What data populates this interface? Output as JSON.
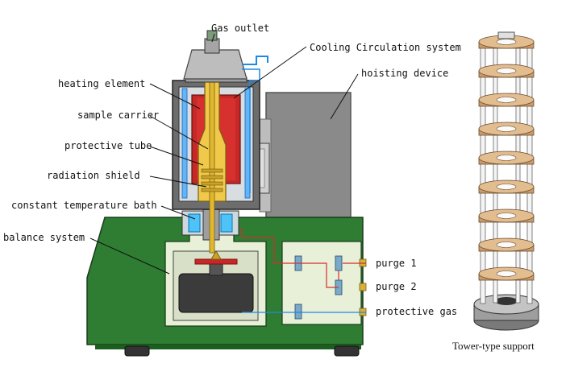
{
  "labels": {
    "gas_outlet": "Gas outlet",
    "cooling": "Cooling Circulation system",
    "heating_element": "heating element",
    "hoisting_device": "hoisting device",
    "sample_carrier": "sample carrier",
    "protective_tube": "protective tube",
    "radiation_shield": "radiation shield",
    "constant_temperature_bath": "constant temperature bath",
    "balance_system": "balance system",
    "purge1": "purge 1",
    "purge2": "purge 2",
    "protective_gas": "protective gas",
    "tower_support": "Tower-type support"
  },
  "colors": {
    "base_green": "#2e7d32",
    "panel_fill": "#e8f0d8",
    "heater_red": "#c62828",
    "sample_gold": "#c9a227",
    "bath_blue": "#4fc3f7",
    "hoist_gray": "#8a8a8a",
    "ring_tan": "#d9b48a",
    "pipe_red": "#d32f2f",
    "pipe_blue": "#1e88e5"
  }
}
